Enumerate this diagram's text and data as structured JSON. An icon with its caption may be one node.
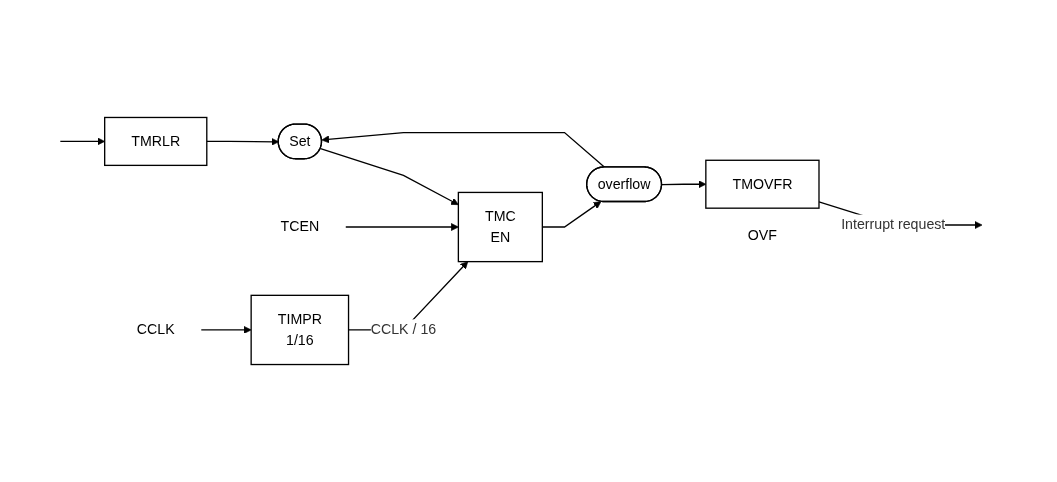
{
  "diagram": {
    "nodes": [
      {
        "text": [
          "TMRLR"
        ]
      },
      {
        "text": [
          "Set"
        ]
      },
      {
        "text": [
          "TCEN"
        ]
      },
      {
        "text": [
          "TMC",
          "EN"
        ]
      },
      {
        "text": [
          "overflow"
        ]
      },
      {
        "text": [
          "CCLK"
        ]
      },
      {
        "text": [
          "TIMPR",
          "1/16"
        ]
      },
      {
        "text": [
          "TMOVFR"
        ],
        "beside": [
          "OVF"
        ]
      }
    ],
    "edges": [
      {
        "from": null,
        "to": 0,
        "arrow": "to"
      },
      {
        "from": 0,
        "to": 1,
        "arrow": "to"
      },
      {
        "from": 1,
        "to": 3,
        "arrow": "to"
      },
      {
        "from": 2,
        "to": 3,
        "arrow": "to"
      },
      {
        "from": 3,
        "to": 4,
        "arrow": "to"
      },
      {
        "from": 4,
        "to": 1,
        "arrow": "to"
      },
      {
        "from": 5,
        "to": 6,
        "arrow": "to"
      },
      {
        "from": 6,
        "to": 3,
        "label": "CCLK / 16",
        "arrow": "to"
      },
      {
        "from": 4,
        "to": 7,
        "arrow": "to"
      },
      {
        "from": 7,
        "to": null,
        "label": "Interrupt request",
        "arrow": "to"
      }
    ]
  }
}
